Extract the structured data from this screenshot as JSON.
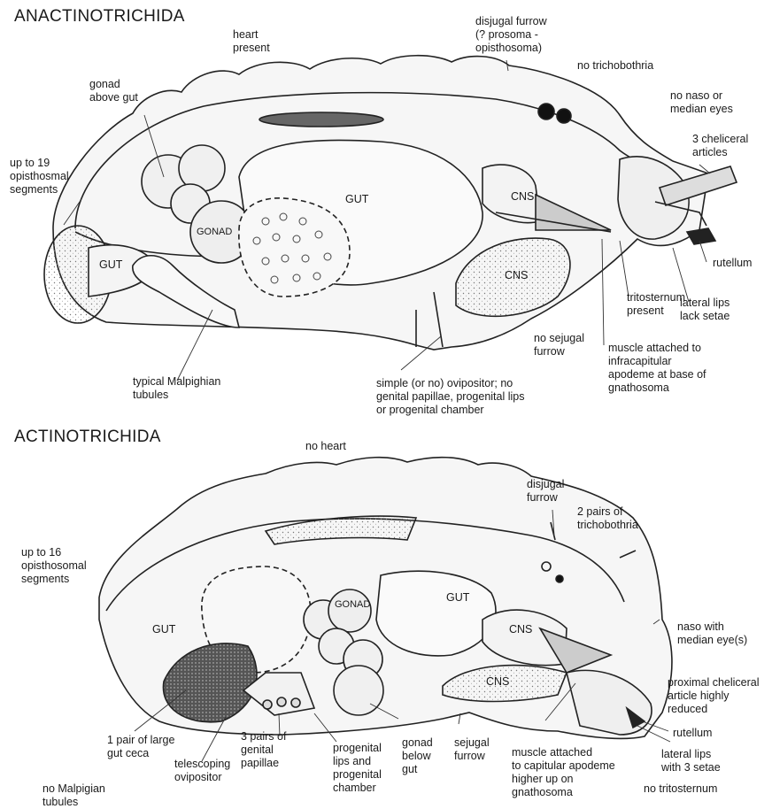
{
  "top": {
    "title": "ANACTINOTRICHIDA",
    "labels": {
      "heart": "heart\npresent",
      "disjugal": "disjugal furrow\n(? prosoma -\nopisthosoma)",
      "notricho": "no trichobothria",
      "gonad_above": "gonad\nabove gut",
      "naso": "no naso or\nmedian eyes",
      "chelicera": "3 cheliceral\narticles",
      "segments": "up to 19\nopisthosmal\nsegments",
      "rutellum": "rutellum",
      "tritosternum": "tritosternum\npresent",
      "lateral": "lateral lips\nlack setae",
      "sejugal": "no sejugal\nfurrow",
      "muscle": "muscle attached to\ninfracapitular\napodeme at base of\ngnathosoma",
      "malpighian": "typical Malpighian\ntubules",
      "ovipositor": "simple (or no) ovipositor; no\ngenital papillae, progenital lips\nor progenital chamber"
    },
    "inner": {
      "gut": "GUT",
      "gut2": "GUT",
      "gonad": "GONAD",
      "cns1": "CNS",
      "cns2": "CNS"
    }
  },
  "bottom": {
    "title": "ACTINOTRICHIDA",
    "labels": {
      "heart": "no heart",
      "disjugal": "disjugal\nfurrow",
      "tricho": "2 pairs of\ntrichobothria",
      "segments": "up to 16\nopisthosomal\nsegments",
      "naso": "naso with\nmedian eye(s)",
      "chelicera": "proximal cheliceral\narticle highly\nreduced",
      "rutellum": "rutellum",
      "lateral": "lateral lips\nwith 3 setae",
      "notrito": "no tritosternum",
      "ceca": "1 pair of large\ngut ceca",
      "telescoping": "telescoping\novipositor",
      "papillae": "3 pairs of\ngenital\npapillae",
      "progenital": "progenital\nlips and\nprogenital\nchamber",
      "gonad_below": "gonad\nbelow\ngut",
      "sejugal": "sejugal\nfurrow",
      "muscle": "muscle attached\nto capitular apodeme\nhigher up on\ngnathosoma",
      "nomalpig": "no Malpigian\ntubules"
    },
    "inner": {
      "gut": "GUT",
      "gut2": "GUT",
      "gonad": "GONAD",
      "cns1": "CNS",
      "cns2": "CNS"
    }
  }
}
